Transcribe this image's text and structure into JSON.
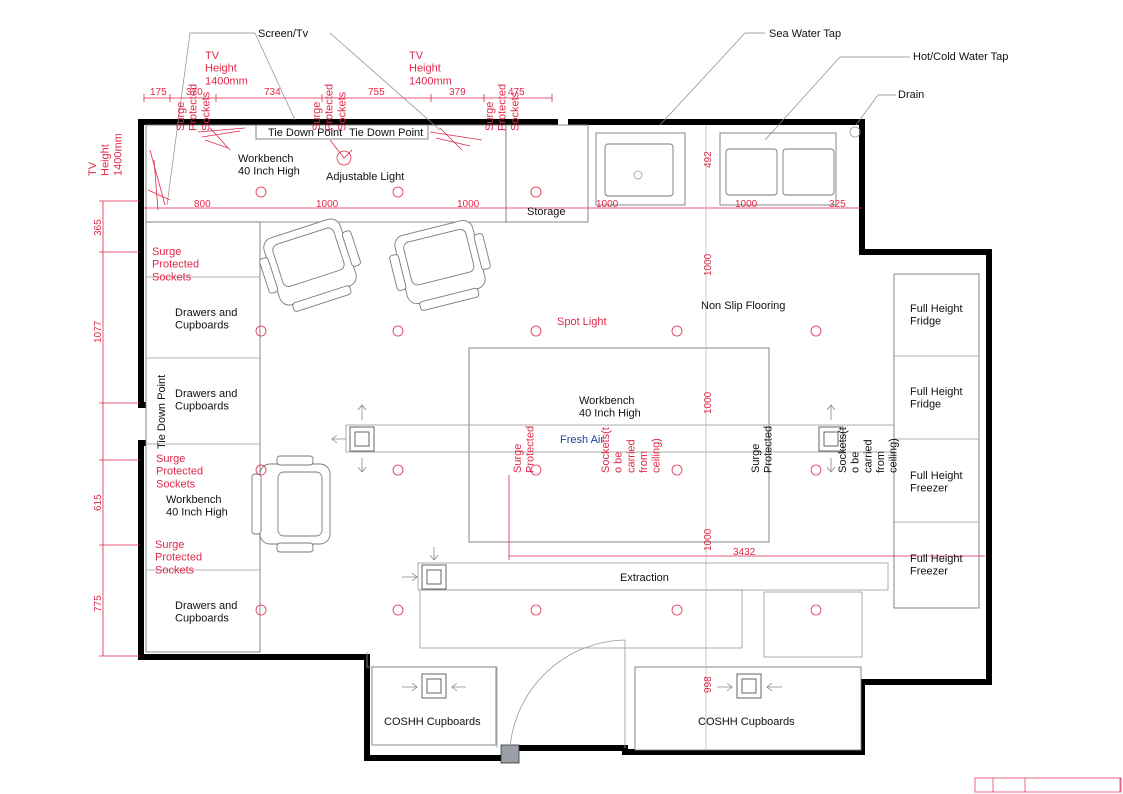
{
  "labels": {
    "screen_tv": "Screen/Tv",
    "tv_height_1": "TV\nHeight\n1400mm",
    "tv_height_2": "TV\nHeight\n1400mm",
    "tv_height_left": "TV\nHeight\n1400mm",
    "sea_water_tap": "Sea Water Tap",
    "hot_cold_tap": "Hot/Cold Water Tap",
    "drain": "Drain",
    "tie_down_1": "Tie Down Point",
    "tie_down_2": "Tie Down Point",
    "tie_down_left": "Tie Down Point",
    "workbench_top": "Workbench\n40 Inch High",
    "adjustable_light": "Adjustable Light",
    "storage": "Storage",
    "surge_top_1": "Surge\nProtected\nSockets",
    "surge_top_2": "Surge\nProtected\nSockets",
    "surge_top_3": "Surge\nProtected\nSockets",
    "surge_left_1": "Surge\nProtected\nSockets",
    "surge_left_2": "Surge\nProtected\nSockets",
    "surge_left_3": "Surge\nProtected\nSockets",
    "drawers_1": "Drawers and\nCupboards",
    "drawers_2": "Drawers and\nCupboards",
    "drawers_3": "Drawers and\nCupboards",
    "spot_light": "Spot Light",
    "non_slip": "Non Slip Flooring",
    "workbench_center": "Workbench\n40 Inch High",
    "fresh_air": "Fresh Air",
    "workbench_left": "Workbench\n40 Inch High",
    "surge_center_red": "Surge\nProtected",
    "sockets_ceiling_red": "Sockets(t\no be\ncarried\nfrom\nceiling)",
    "surge_center_black": "Surge\nProtected",
    "sockets_ceiling_black": "Sockets(t\no be\ncarried\nfrom\nceiling)",
    "fridge_1": "Full Height\nFridge",
    "fridge_2": "Full Height\nFridge",
    "freezer_1": "Full Height\nFreezer",
    "freezer_2": "Full Height\nFreezer",
    "extraction": "Extraction",
    "coshh_1": "COSHH Cupboards",
    "coshh_2": "COSHH Cupboards"
  },
  "dimensions": {
    "top_row": [
      "175",
      "370",
      "734",
      "755",
      "379",
      "475"
    ],
    "bench_row": [
      "800",
      "1000",
      "1000",
      "1000",
      "1000",
      "325"
    ],
    "left_col": [
      "365",
      "1077",
      "615",
      "775"
    ],
    "vert_center": [
      "492",
      "1000",
      "1000",
      "1000",
      "998"
    ],
    "horiz_center": "3432"
  },
  "colors": {
    "wall": "#000000",
    "annotation": "#e0284a",
    "fresh_air": "#1f3f9a",
    "linework": "#9a9a9a"
  }
}
